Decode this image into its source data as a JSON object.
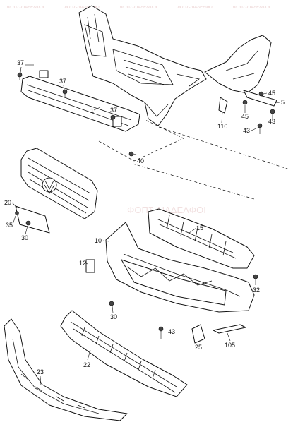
{
  "callouts": {
    "c37a": "37",
    "c37b": "37",
    "c1": "1",
    "c37c": "37",
    "c45a": "45",
    "c5": "5",
    "c45b": "45",
    "c43a": "43",
    "c110": "110",
    "c43b": "43",
    "c40": "40",
    "c20": "20",
    "c35": "35",
    "c30a": "30",
    "c15": "15",
    "c10": "10",
    "c12": "12",
    "c30b": "30",
    "c32": "32",
    "c43c": "43",
    "c22": "22",
    "c25": "25",
    "c105": "105",
    "c23": "23"
  },
  "watermark": {
    "text": "ΦΟΠΣ-ΔΙΑΔΕΛΦΟΙ",
    "center": "ΦΟΠΣ ΔΙΑΔΕΛΦΟΙ"
  },
  "colors": {
    "line": "#111111",
    "watermark": "#d9a7a7"
  }
}
